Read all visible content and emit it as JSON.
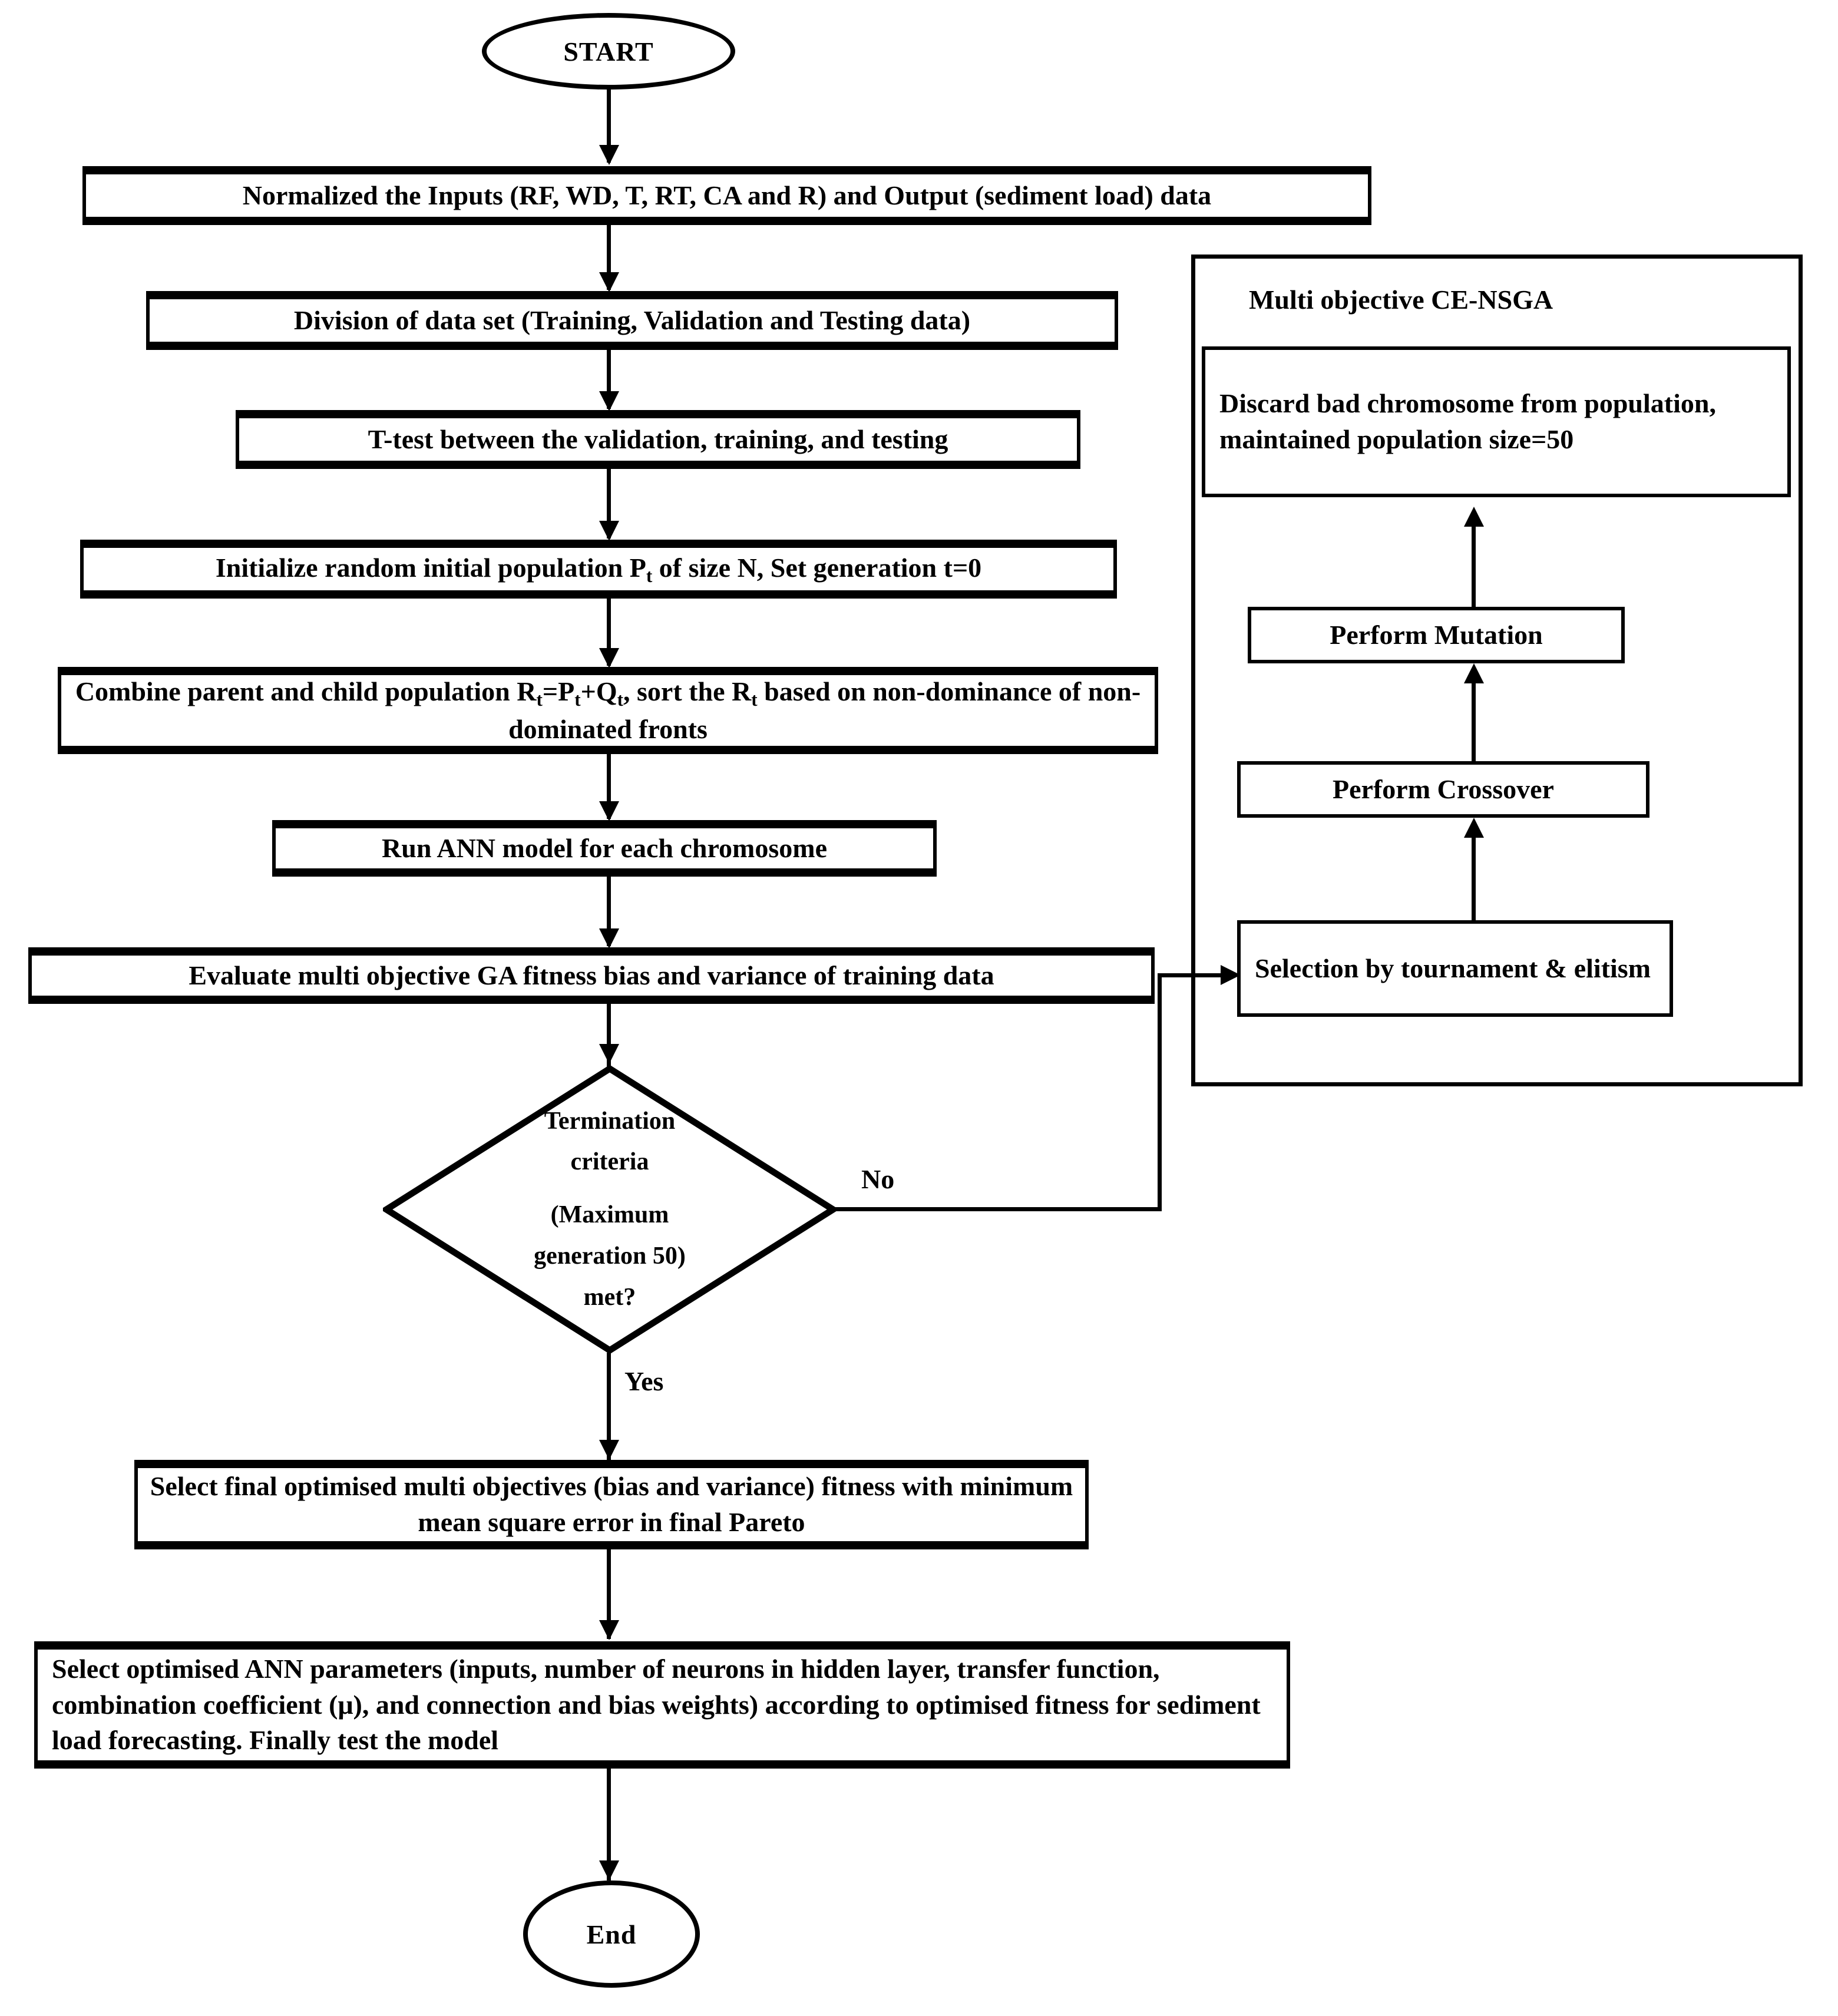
{
  "diagram": {
    "title": "Multi objective CE-NSGA ANN sediment load forecasting flowchart",
    "type": "flowchart",
    "background_color": "#ffffff",
    "line_color": "#000000"
  },
  "terminators": {
    "start": "START",
    "end": "End"
  },
  "main_steps": [
    {
      "id": "normalize",
      "text": "Normalized the Inputs (RF, WD, T, RT, CA and R) and Output (sediment load) data"
    },
    {
      "id": "division",
      "text": "Division of data set (Training, Validation and Testing data)"
    },
    {
      "id": "ttest",
      "text": "T-test between the validation, training, and testing"
    },
    {
      "id": "initialize",
      "text": "Initialize random initial population P<sub>t</sub> of size N, Set generation t=0"
    },
    {
      "id": "combine",
      "text": "Combine parent and child population R<sub>t</sub>=P<sub>t</sub>+Q<sub>t</sub>, sort the R<sub>t</sub> based on non-dominance of non-dominated fronts"
    },
    {
      "id": "run-ann",
      "text": "Run ANN model for each chromosome"
    },
    {
      "id": "evaluate",
      "text": "Evaluate multi objective GA fitness bias and variance of training data"
    },
    {
      "id": "select-final",
      "text": "Select final optimised multi objectives (bias and variance) fitness with minimum mean square error in final Pareto"
    },
    {
      "id": "select-ann-params",
      "text": "Select optimised ANN parameters (inputs, number of neurons in hidden layer, transfer function, combination coefficient (μ), and connection and bias weights) according to optimised fitness for sediment load forecasting. Finally test the model"
    }
  ],
  "decision": {
    "line1": "Termination",
    "line2": "criteria",
    "line3": "(Maximum",
    "line4": "generation 50)",
    "line5": "met?",
    "yes_label": "Yes",
    "no_label": "No"
  },
  "ga_panel": {
    "title": "Multi objective CE-NSGA",
    "steps": [
      {
        "id": "discard",
        "text": "Discard bad chromosome from population, maintained population size=50"
      },
      {
        "id": "mutation",
        "text": "Perform Mutation"
      },
      {
        "id": "crossover",
        "text": "Perform Crossover"
      },
      {
        "id": "selection",
        "text": "Selection by tournament & elitism"
      }
    ]
  }
}
